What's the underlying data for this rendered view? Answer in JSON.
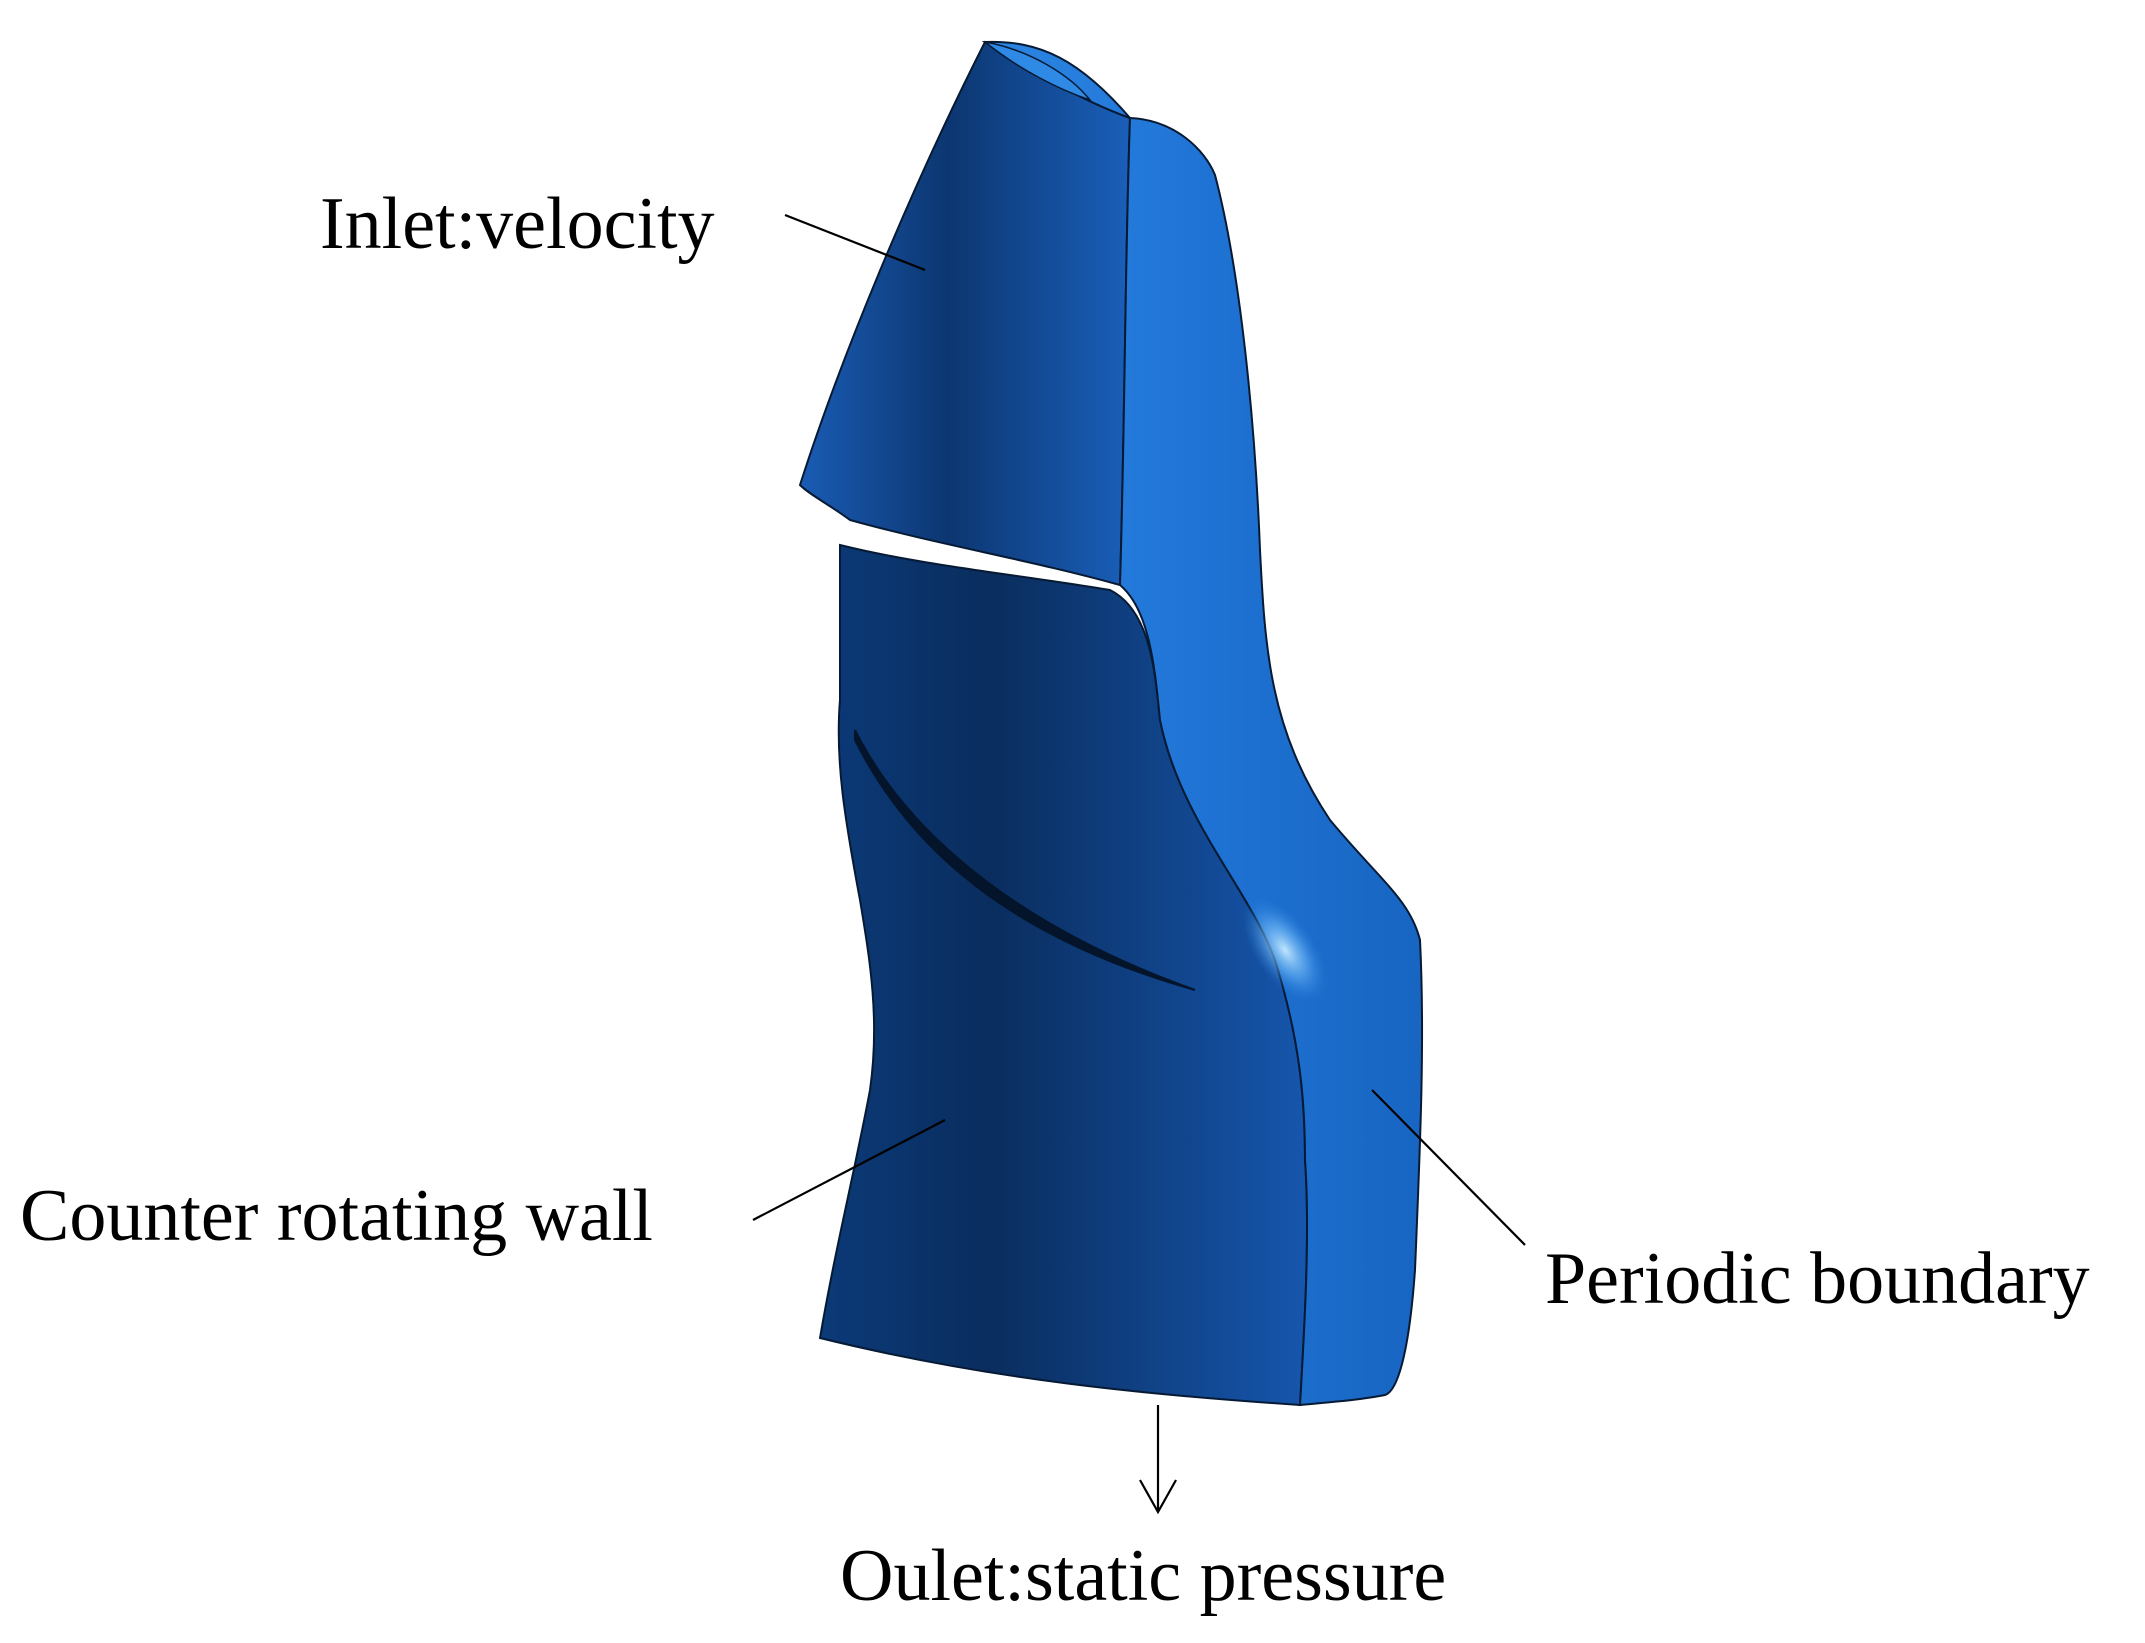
{
  "labels": {
    "inlet": "Inlet:velocity",
    "counter_wall": "Counter rotating wall",
    "periodic": "Periodic boundary",
    "outlet": "Oulet:static pressure"
  },
  "colors": {
    "background": "#ffffff",
    "face_dark": "#0d3f7e",
    "face_mid": "#1a5fb8",
    "face_light": "#2f8ae6",
    "highlight": "#7cc4ff",
    "edge": "#061a33",
    "leader": "#000000"
  }
}
